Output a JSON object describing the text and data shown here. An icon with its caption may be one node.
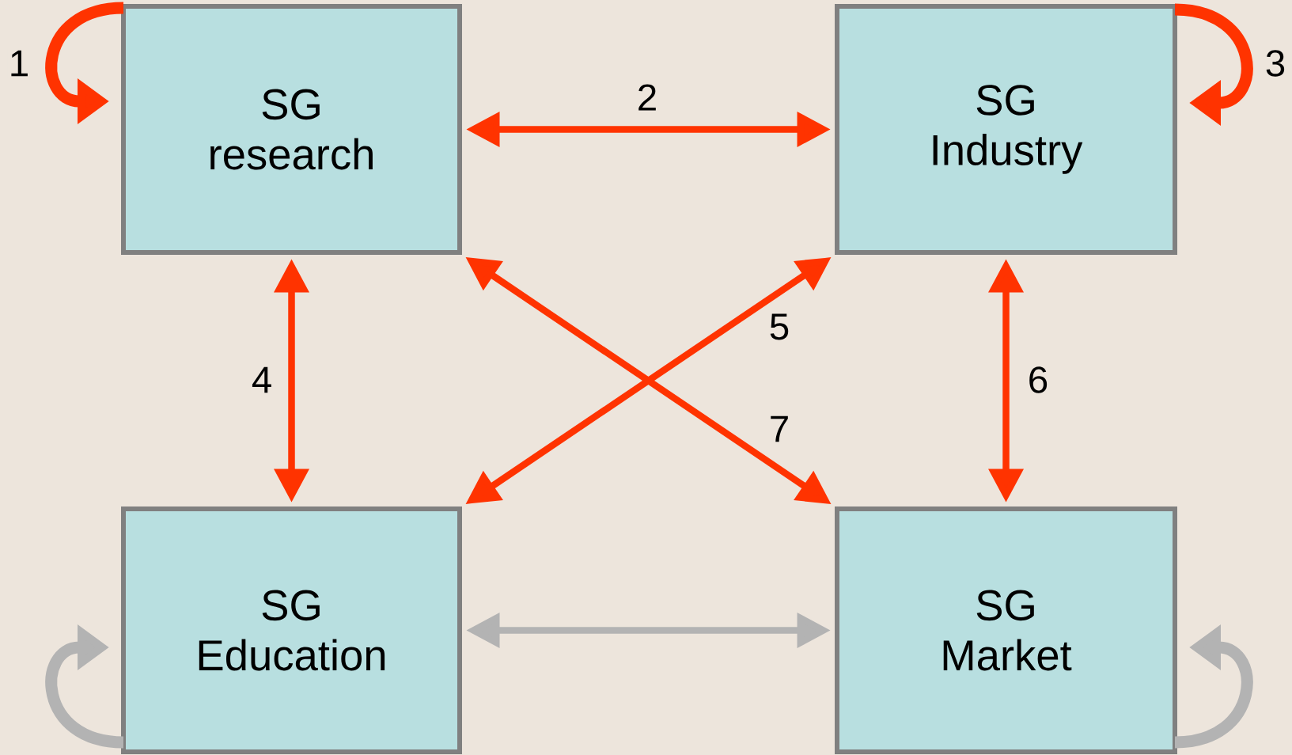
{
  "diagram": {
    "nodes": [
      {
        "text": [
          "SG research"
        ]
      },
      {
        "text": [
          "SG Industry"
        ]
      },
      {
        "text": [
          "SG Education"
        ]
      },
      {
        "text": [
          "SG Market"
        ]
      }
    ],
    "edges": [
      {
        "from": 0,
        "to": 0,
        "arrow": "to",
        "label": "1"
      },
      {
        "from": 0,
        "to": 1,
        "arrow": "both",
        "label": "2"
      },
      {
        "from": 1,
        "to": 1,
        "arrow": "to",
        "label": "3"
      },
      {
        "from": 0,
        "to": 2,
        "arrow": "both",
        "label": "4"
      },
      {
        "from": 1,
        "to": 2,
        "arrow": "both",
        "label": "5"
      },
      {
        "from": 1,
        "to": 3,
        "arrow": "both",
        "label": "6"
      },
      {
        "from": 0,
        "to": 3,
        "arrow": "both",
        "label": "7"
      },
      {
        "from": 2,
        "to": 3,
        "arrow": "both",
        "color": "#b3b3b3"
      },
      {
        "from": 2,
        "to": 2,
        "arrow": "to",
        "color": "#b3b3b3"
      },
      {
        "from": 3,
        "to": 3,
        "arrow": "to",
        "color": "#b3b3b3"
      }
    ]
  }
}
